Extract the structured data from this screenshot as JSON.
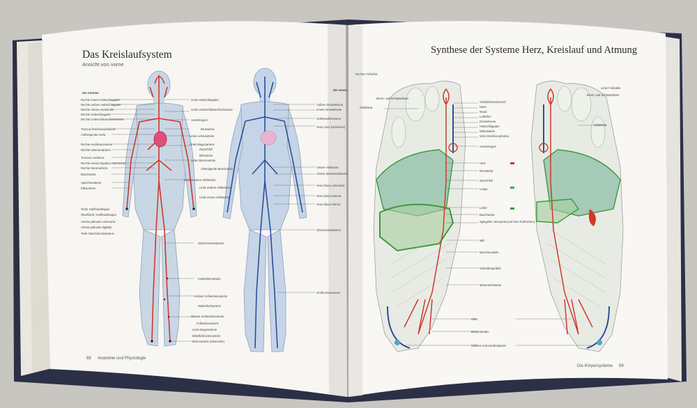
{
  "left_page": {
    "title": "Das Kreislaufsystem",
    "subtitle": "Ansicht von vorne",
    "section_heading": "Die Arterien",
    "folio_number": "68",
    "folio_text": "Anatomie und Physiologie",
    "left_labels": [
      "Rechte innere Halsschlagader",
      "Rechte äußere Halsschlagader",
      "Rechte Arteria vertebralis",
      "Rechte Halsschlagader",
      "Rechte Unterschlüsselbeinarterie",
      "Truncus brachiocephalicus",
      "Aufsteigende Aorta",
      "Rechte Herzkranzarterie",
      "Rechte Oberarmarterie",
      "Truncus coeliacus",
      "Rechte Arteria hepatica communis",
      "Rechte Nierenarterie",
      "Bauchaorta",
      "Speichenarterie",
      "Ellenarterie",
      "Tiefer Hohlhandbogen",
      "Oberflächl. Hohlhandbogen",
      "Arteria palmaris communis",
      "Arteria palmaris digitalis",
      "Tiefe Oberschenkelarterie"
    ],
    "middle_labels": [
      "Linke Halsschlagader",
      "Linke Unterschlüssel-beinarterie",
      "Aortenbogen",
      "Brustaorta",
      "Linke Achselarterie",
      "Linke Magenarterie",
      "Zwerchfell",
      "Milzarterie",
      "Linke Nierenarterie",
      "Absteigende Bauchaorta",
      "Gemeinsame Hüftarterie",
      "Linke äußere Hüftarterie",
      "Linke innere Hüftarterie",
      "Oberschenkelarterie",
      "Kniekehlenarterie",
      "Vordere Schienbeinarterie",
      "Wadenbeinarterie",
      "Hintere Schienbeinarterie",
      "Fußrückenarterie",
      "Linke Bogenarterie",
      "Mittelfußrückenarterie",
      "Zehenarterie (Oberseite)"
    ],
    "right_labels": [
      "Äußere Drosselvene",
      "Innere Drosselvene",
      "Schlüsselbeinvene",
      "Vena cava (Hohlvene)",
      "Untere Hohlvene",
      "Untere Mesenterialvene",
      "Vena iliaca communis",
      "Vena iliaca externa",
      "Vena iliaca interna",
      "Oberschenkelvene",
      "Große Rosenvene"
    ],
    "cut_label": "Die Venen"
  },
  "right_page": {
    "title": "Synthese der Systeme Herz, Kreislauf und Atmung",
    "left_foot": "Rechte Fußsohle",
    "right_foot": "Linke Fußsohle",
    "folio_text": "Die Körpersysteme",
    "folio_number": "69",
    "side_labels": [
      "Brust- und Schlüsselbein",
      "Subklavia",
      "Brust- und Schlüsselbein",
      "Subklavia"
    ],
    "center_labels": [
      "Schilddrüsenbereich",
      "Nase",
      "Mund",
      "Luftröhre",
      "Drosselvene",
      "Halsschlagader",
      "Wirbelsäule",
      "Vena brachiocephalica",
      "Aortenbogen",
      "Herz",
      "Brustaorta",
      "Zwerchfell",
      "Lunge",
      "Leber",
      "Bauchaorta",
      "Spiegelier Herzpunkt (auf dem Fußrücken)",
      "Milz",
      "Bauchmuskeln",
      "Wirbelbürgefäße",
      "Mesenterialaorta",
      "After",
      "Beckenboden",
      "Sitzbein und Kardinalpunkt"
    ]
  },
  "colors": {
    "arteries": "#d0392b",
    "veins": "#2d4f9a",
    "lungs": "#8fbfa8",
    "lung_outline": "#3a9a3c",
    "body": "#c5d3e2",
    "paper": "#f8f7f3",
    "cover": "#2b2f45"
  }
}
